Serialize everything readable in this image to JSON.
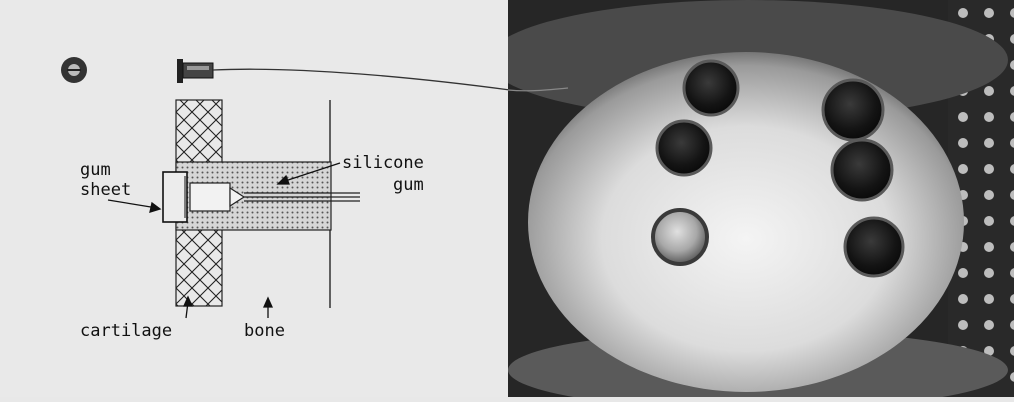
{
  "diagram": {
    "labels": {
      "gum_line1": "gum",
      "gum_line2": "sheet",
      "silicone_line1": "silicone",
      "silicone_line2": "gum",
      "cartilage": "cartilage",
      "bone": "bone"
    }
  },
  "photo": {
    "electrode_count": 6,
    "implant_count": 1
  }
}
